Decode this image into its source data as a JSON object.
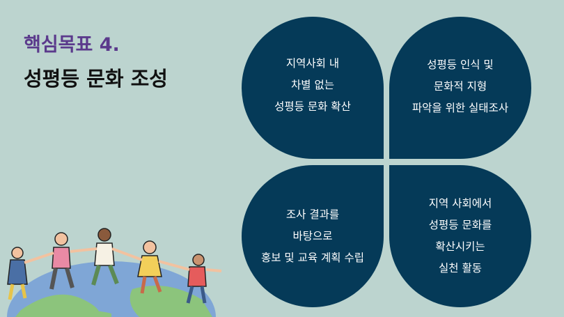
{
  "slide": {
    "heading": "핵심목표 4.",
    "title": "성평등 문화 조성",
    "colors": {
      "background": "#bcd4cf",
      "heading": "#5b3a8c",
      "petal": "#053a58"
    },
    "petals": [
      {
        "lines": [
          "지역사회 내",
          "차별 없는",
          "성평등 문화 확산"
        ]
      },
      {
        "lines": [
          "성평등 인식 및",
          "문화적 지형",
          "파악을 위한 실태조사"
        ]
      },
      {
        "lines": [
          "조사 결과를",
          "바탕으로",
          "홍보 및 교육 계획 수립"
        ]
      },
      {
        "lines": [
          "지역 사회에서",
          "성평등 문화를",
          "확산시키는",
          "실천 활동"
        ]
      }
    ]
  }
}
